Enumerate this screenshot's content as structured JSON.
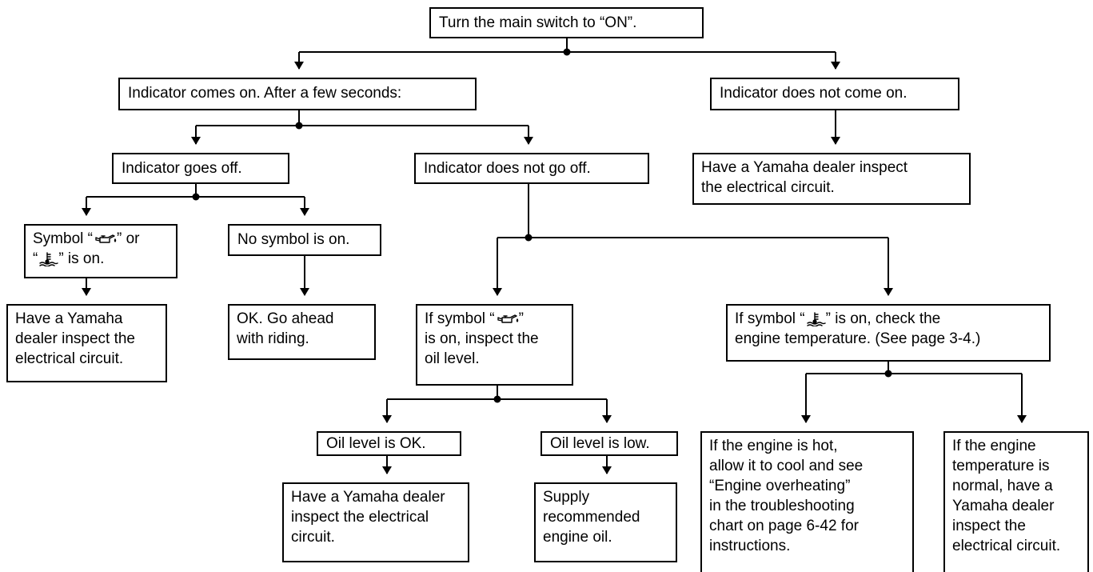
{
  "nodes": {
    "start": {
      "lines": [
        "Turn the main switch to “ON”."
      ]
    },
    "on": {
      "lines": [
        "Indicator comes on. After a few seconds:"
      ]
    },
    "not_on": {
      "lines": [
        "Indicator does not come on."
      ]
    },
    "not_on_action": {
      "lines": [
        "Have a Yamaha dealer inspect",
        "the electrical circuit."
      ]
    },
    "goes_off": {
      "lines": [
        "Indicator goes off."
      ]
    },
    "not_off": {
      "lines": [
        "Indicator does not go off."
      ]
    },
    "symbol_on": {
      "l1_prefix": "Symbol “",
      "l1_suffix": "” or",
      "l2_prefix": "“",
      "l2_suffix": "” is on."
    },
    "symbol_on_action": {
      "lines": [
        "Have a Yamaha",
        "dealer inspect the",
        "electrical circuit."
      ]
    },
    "no_symbol": {
      "lines": [
        "No symbol is on."
      ]
    },
    "no_symbol_action": {
      "lines": [
        "OK. Go ahead",
        "with riding."
      ]
    },
    "oil_symbol": {
      "l1_prefix": "If symbol “",
      "l1_suffix": "”",
      "lines_rest": [
        "is on, inspect the",
        "oil level."
      ]
    },
    "temp_symbol": {
      "l1_prefix": "If symbol “",
      "l1_suffix": "” is on, check the",
      "lines_rest": [
        "engine temperature. (See page 3-4.)"
      ]
    },
    "oil_ok": {
      "lines": [
        "Oil level is OK."
      ]
    },
    "oil_ok_action": {
      "lines": [
        "Have a Yamaha dealer",
        "inspect the electrical",
        "circuit."
      ]
    },
    "oil_low": {
      "lines": [
        "Oil level is low."
      ]
    },
    "oil_low_action": {
      "lines": [
        "Supply",
        "recommended",
        "engine oil."
      ]
    },
    "hot": {
      "lines": [
        "If the engine is hot,",
        "allow it to cool and see",
        "“Engine overheating”",
        "in the troubleshooting",
        "chart on page 6-42 for",
        "instructions."
      ]
    },
    "normal": {
      "lines": [
        "If the engine",
        "temperature is",
        "normal, have a",
        "Yamaha dealer",
        "inspect the",
        "electrical circuit."
      ]
    }
  },
  "icons": {
    "oil": "oil-pressure-warning-icon",
    "temp": "coolant-temperature-warning-icon"
  }
}
